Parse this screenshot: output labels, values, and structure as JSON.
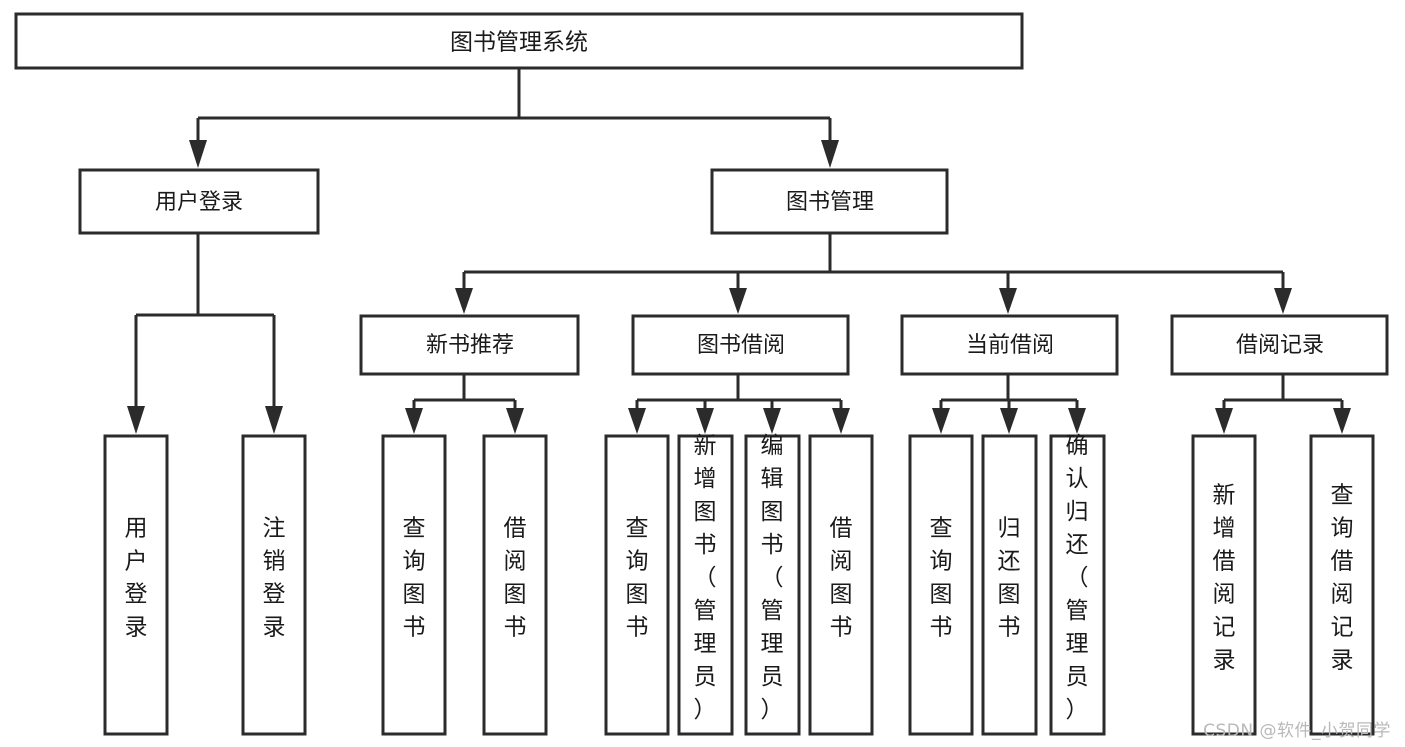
{
  "diagram": {
    "type": "tree-hierarchy",
    "title": "图书管理系统",
    "watermark": "CSDN @软件_小贺同学",
    "colors": {
      "background": "#ffffff",
      "stroke": "#2b2b2b",
      "text": "#1a1a1a",
      "watermark": "#b9b9b9"
    },
    "nodes": {
      "root": {
        "label": "图书管理系统",
        "orientation": "horizontal"
      },
      "level2": [
        {
          "id": "user-login",
          "label": "用户登录",
          "orientation": "horizontal"
        },
        {
          "id": "book-manage",
          "label": "图书管理",
          "orientation": "horizontal"
        }
      ],
      "level3": [
        {
          "id": "new-book-recommend",
          "label": "新书推荐",
          "orientation": "horizontal",
          "parent": "book-manage"
        },
        {
          "id": "book-borrow",
          "label": "图书借阅",
          "orientation": "horizontal",
          "parent": "book-manage"
        },
        {
          "id": "current-borrow",
          "label": "当前借阅",
          "orientation": "horizontal",
          "parent": "book-manage"
        },
        {
          "id": "borrow-record",
          "label": "借阅记录",
          "orientation": "horizontal",
          "parent": "book-manage"
        }
      ],
      "leaves": [
        {
          "id": "leaf-user-login",
          "label": "用户登录",
          "orientation": "vertical",
          "parent": "user-login"
        },
        {
          "id": "leaf-logout",
          "label": "注销登录",
          "orientation": "vertical",
          "parent": "user-login"
        },
        {
          "id": "leaf-query-book-1",
          "label": "查询图书",
          "orientation": "vertical",
          "parent": "new-book-recommend"
        },
        {
          "id": "leaf-borrow-book-1",
          "label": "借阅图书",
          "orientation": "vertical",
          "parent": "new-book-recommend"
        },
        {
          "id": "leaf-query-book-2",
          "label": "查询图书",
          "orientation": "vertical",
          "parent": "book-borrow"
        },
        {
          "id": "leaf-add-book",
          "label": "新增图书（管理员）",
          "orientation": "vertical",
          "parent": "book-borrow"
        },
        {
          "id": "leaf-edit-book",
          "label": "编辑图书（管理员）",
          "orientation": "vertical",
          "parent": "book-borrow"
        },
        {
          "id": "leaf-borrow-book-2",
          "label": "借阅图书",
          "orientation": "vertical",
          "parent": "book-borrow"
        },
        {
          "id": "leaf-query-book-3",
          "label": "查询图书",
          "orientation": "vertical",
          "parent": "current-borrow"
        },
        {
          "id": "leaf-return-book",
          "label": "归还图书",
          "orientation": "vertical",
          "parent": "current-borrow"
        },
        {
          "id": "leaf-confirm-return",
          "label": "确认归还（管理员）",
          "orientation": "vertical",
          "parent": "current-borrow"
        },
        {
          "id": "leaf-add-record",
          "label": "新增借阅记录",
          "orientation": "vertical",
          "parent": "borrow-record"
        },
        {
          "id": "leaf-query-record",
          "label": "查询借阅记录",
          "orientation": "vertical",
          "parent": "borrow-record"
        }
      ]
    }
  }
}
